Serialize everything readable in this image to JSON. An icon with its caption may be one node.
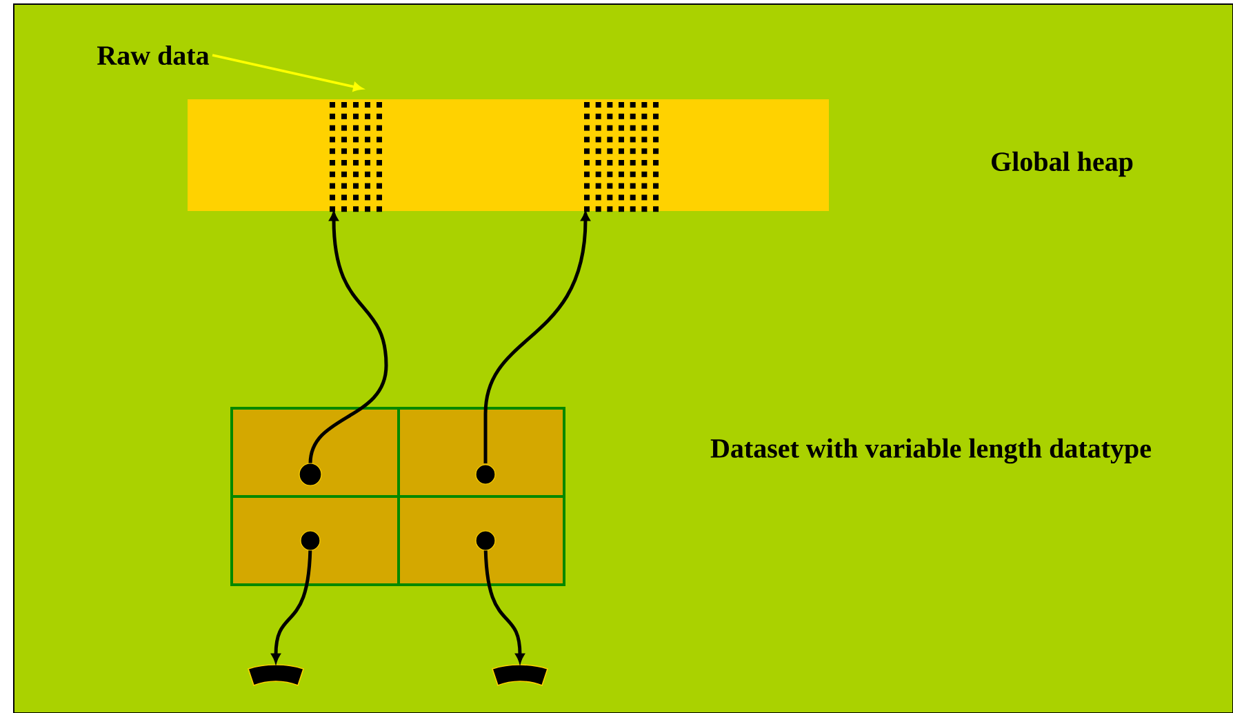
{
  "diagram": {
    "nodes": [
      {
        "text": [
          "Raw data"
        ]
      },
      {
        "text": [],
        "shape": "bar"
      },
      {
        "text": [],
        "shape": "box",
        "in": 1
      },
      {
        "text": [],
        "shape": "box",
        "in": 1
      },
      {
        "text": [],
        "shape": "box"
      },
      {
        "text": [],
        "shape": "box"
      },
      {
        "text": [],
        "shape": "box"
      },
      {
        "text": [],
        "shape": "box"
      },
      {
        "text": [],
        "shape": "arc"
      },
      {
        "text": [],
        "shape": "arc"
      }
    ],
    "edges": [
      {
        "from": 0,
        "to": 2,
        "arrow": "to",
        "color": "#ffff00"
      },
      {
        "from": 4,
        "to": 2,
        "arrow": "to"
      },
      {
        "from": 5,
        "to": 3,
        "arrow": "to"
      },
      {
        "from": 6,
        "to": 8,
        "arrow": "to"
      },
      {
        "from": 7,
        "to": 9,
        "arrow": "to"
      }
    ],
    "labels": [
      "Global heap",
      "Dataset with variable length datatype"
    ]
  }
}
